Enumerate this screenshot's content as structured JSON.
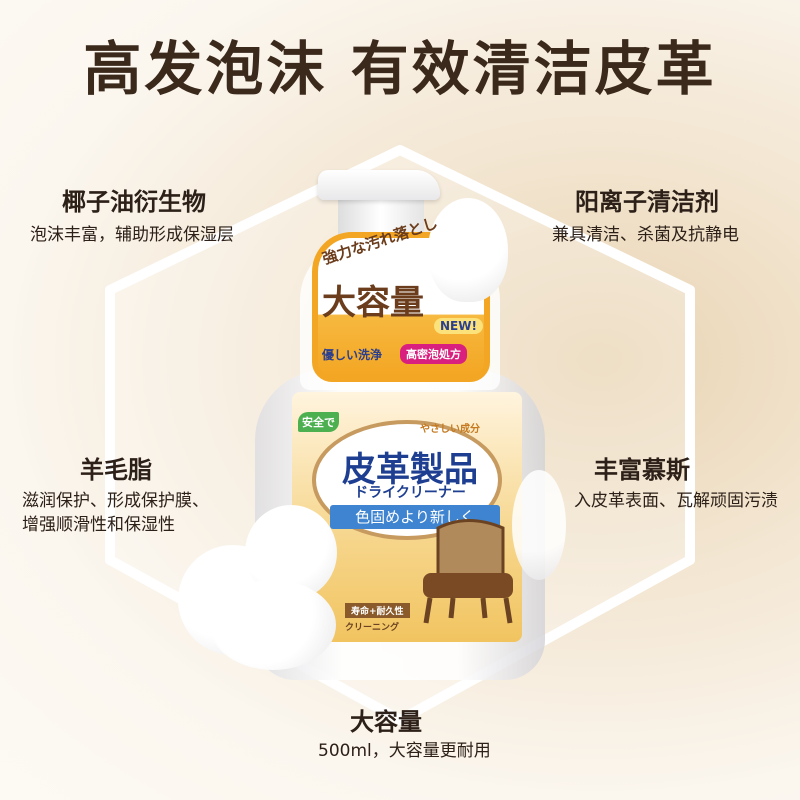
{
  "headline": "高发泡沫 有效清洁皮革",
  "features": [
    {
      "title": "椰子油衍生物",
      "desc": [
        "泡沫丰富，辅助形成保湿层"
      ]
    },
    {
      "title": "阳离子清洁剂",
      "desc": [
        "兼具清洁、杀菌及抗静电"
      ]
    },
    {
      "title": "羊毛脂",
      "desc": [
        "滋润保护、形成保护膜、",
        "增强顺滑性和保湿性"
      ]
    },
    {
      "title": "丰富慕斯",
      "desc": [
        "入皮革表面、瓦解顽固污渍"
      ]
    },
    {
      "title": "大容量",
      "desc": [
        "500ml，大容量更耐用"
      ]
    }
  ],
  "bottle": {
    "top_tagline": "強力な汚れ落とし",
    "capacity": "大容量",
    "new_badge": "NEW!",
    "gentle": "優しい洗浄",
    "foam_formula": "高密泡処方",
    "safety_badge": "安全で",
    "ingredient_tag": "やさしい成分",
    "product_name": "皮革製品",
    "product_sub": "ドライクリーナー",
    "ribbon": "色固めより新しく",
    "bottom_tag": "寿命+耐久性",
    "bottom_sub": "クリーニング"
  },
  "colors": {
    "title": "#3b2a1c",
    "accent_orange": "#f3a623",
    "label_blue": "#1e3f91",
    "magenta": "#d9207f"
  }
}
